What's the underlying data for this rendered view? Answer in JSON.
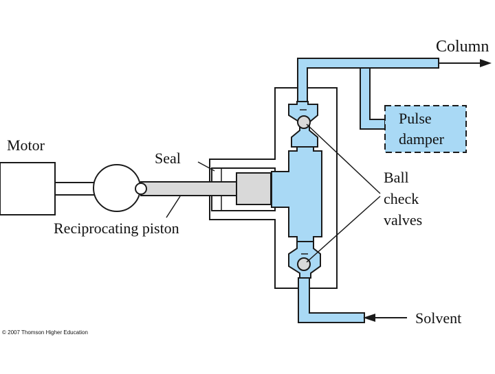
{
  "labels": {
    "column": "Column",
    "pulse_damper_line1": "Pulse",
    "pulse_damper_line2": "damper",
    "motor": "Motor",
    "seal": "Seal",
    "ball_check_valves_line1": "Ball",
    "ball_check_valves_line2": "check",
    "ball_check_valves_line3": "valves",
    "reciprocating_piston": "Reciprocating piston",
    "solvent": "Solvent"
  },
  "copyright": "© 2007 Thomson Higher Education",
  "colors": {
    "fluid": "#a9d9f5",
    "piston": "#d9d9d9",
    "outline": "#1a1a1a",
    "background": "#ffffff"
  }
}
